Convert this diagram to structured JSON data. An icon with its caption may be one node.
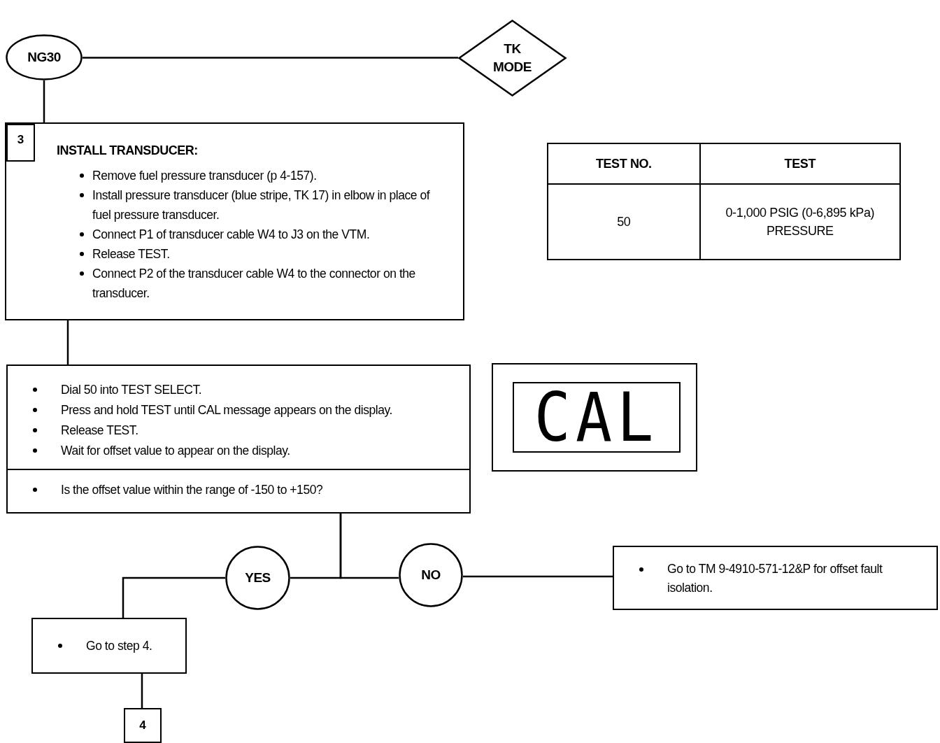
{
  "diagram": {
    "nodes": [
      {
        "text": [
          "NG30"
        ]
      },
      {
        "text": [
          "TK MODE"
        ]
      },
      {
        "text": [
          "INSTALL TRANSDUCER:",
          "Remove fuel pressure transducer (p 4-157).",
          "Install pressure transducer (blue stripe, TK 17) in elbow in place of fuel pressure transducer.",
          "Connect P1 of transducer cable W4 to J3 on the VTM.",
          "Release TEST.",
          "Connect P2 of the transducer cable W4 to the connector on the transducer."
        ]
      },
      {
        "text": [
          "3"
        ],
        "in": 2
      },
      {
        "text": [
          "Dial 50 into TEST SELECT.",
          "Press and hold TEST until CAL message appears on the display.",
          "Release TEST.",
          "Wait for offset value to appear on the display."
        ]
      },
      {
        "text": [
          "Is the offset value within the range of -150 to +150?"
        ]
      },
      {
        "text": [
          "YES"
        ]
      },
      {
        "text": [
          "NO"
        ]
      },
      {
        "text": [
          "Go to TM 9-4910-571-12&P for offset fault isolation."
        ]
      },
      {
        "text": [
          "Go to step 4."
        ]
      },
      {
        "text": [
          "4"
        ]
      }
    ],
    "edges": [
      {
        "from": 0,
        "to": 1,
        "arrow": "none"
      },
      {
        "from": 0,
        "to": 2,
        "arrow": "none"
      },
      {
        "from": 2,
        "to": 4,
        "arrow": "none"
      },
      {
        "from": 5,
        "to": 6,
        "arrow": "none"
      },
      {
        "from": 5,
        "to": 7,
        "arrow": "none"
      },
      {
        "from": 7,
        "to": 8,
        "arrow": "none"
      },
      {
        "from": 6,
        "to": 9,
        "arrow": "none"
      },
      {
        "from": 9,
        "to": 10,
        "arrow": "none"
      }
    ],
    "labels": [
      "TEST NO.",
      "TEST",
      "50",
      "0-1,000 PSIG (0-6,895 kPa) PRESSURE",
      "CAL"
    ]
  }
}
